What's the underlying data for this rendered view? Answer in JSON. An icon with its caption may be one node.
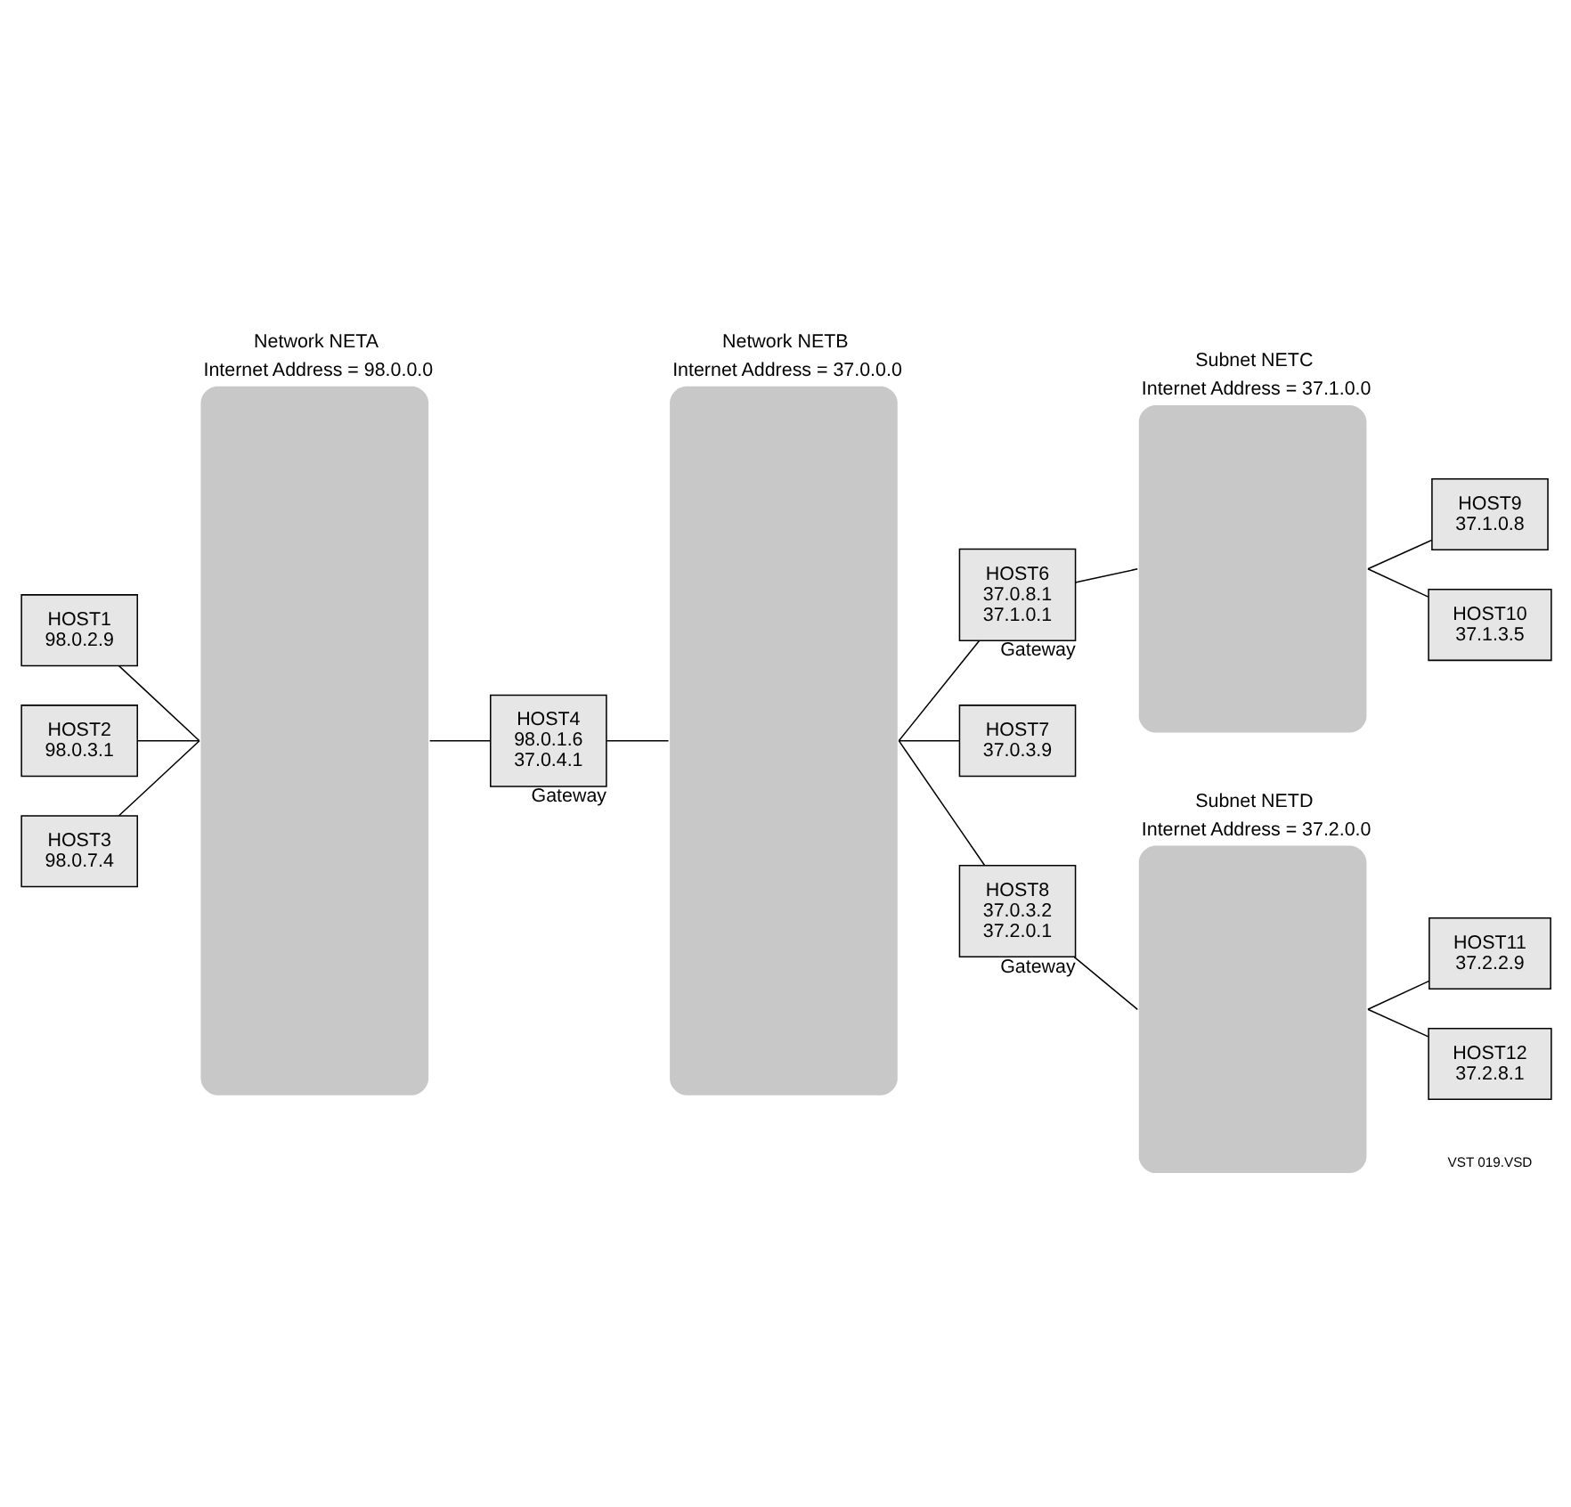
{
  "diagram": {
    "nodes": [
      {
        "text": [
          "Network NETA",
          "Internet Address = 98.0.0.0"
        ]
      },
      {
        "text": [
          "HOST1",
          "98.0.2.9"
        ]
      },
      {
        "text": [
          "HOST2",
          "98.0.3.1"
        ]
      },
      {
        "text": [
          "HOST3",
          "98.0.7.4"
        ]
      },
      {
        "text": [
          "HOST4",
          "98.0.1.6",
          "37.0.4.1"
        ],
        "beside": [
          "Gateway"
        ]
      },
      {
        "text": [
          "Network NETB",
          "Internet Address = 37.0.0.0"
        ]
      },
      {
        "text": [
          "HOST6",
          "37.0.8.1",
          "37.1.0.1"
        ],
        "beside": [
          "Gateway"
        ]
      },
      {
        "text": [
          "HOST7",
          "37.0.3.9"
        ]
      },
      {
        "text": [
          "HOST8",
          "37.0.3.2",
          "37.2.0.1"
        ],
        "beside": [
          "Gateway"
        ]
      },
      {
        "text": [
          "Subnet NETC",
          "Internet Address = 37.1.0.0"
        ]
      },
      {
        "text": [
          "HOST9",
          "37.1.0.8"
        ]
      },
      {
        "text": [
          "HOST10",
          "37.1.3.5"
        ]
      },
      {
        "text": [
          "Subnet NETD",
          "Internet Address = 37.2.0.0"
        ]
      },
      {
        "text": [
          "HOST11",
          "37.2.2.9"
        ]
      },
      {
        "text": [
          "HOST12",
          "37.2.8.1"
        ]
      }
    ],
    "edges": [
      {
        "from": 1,
        "to": 0,
        "arrow": "none"
      },
      {
        "from": 2,
        "to": 0,
        "arrow": "none"
      },
      {
        "from": 3,
        "to": 0,
        "arrow": "none"
      },
      {
        "from": 0,
        "to": 4,
        "arrow": "none"
      },
      {
        "from": 4,
        "to": 5,
        "arrow": "none"
      },
      {
        "from": 5,
        "to": 6,
        "arrow": "none"
      },
      {
        "from": 6,
        "to": 9,
        "arrow": "none"
      },
      {
        "from": 5,
        "to": 7,
        "arrow": "none"
      },
      {
        "from": 5,
        "to": 8,
        "arrow": "none"
      },
      {
        "from": 8,
        "to": 12,
        "arrow": "none"
      },
      {
        "from": 9,
        "to": 10,
        "arrow": "none"
      },
      {
        "from": 9,
        "to": 11,
        "arrow": "none"
      },
      {
        "from": 12,
        "to": 13,
        "arrow": "none"
      },
      {
        "from": 12,
        "to": 14,
        "arrow": "none"
      }
    ],
    "labels": [
      "VST 019.VSD"
    ]
  }
}
